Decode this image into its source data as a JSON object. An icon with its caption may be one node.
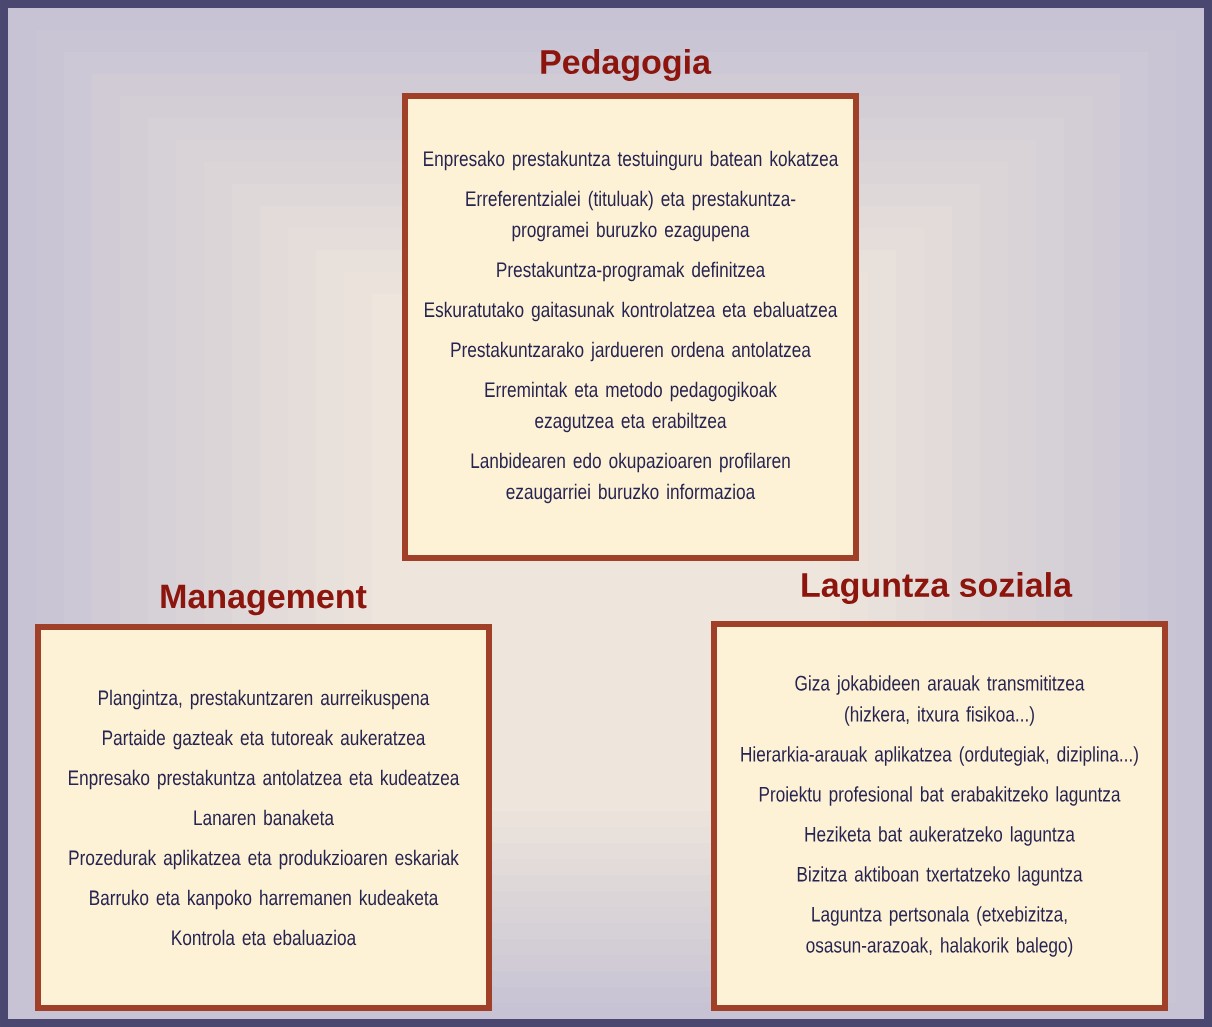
{
  "diagram": {
    "nodes": [
      {
        "text": [
          "Pedagogia",
          "Enpresako prestakuntza testuinguru batean kokatzea",
          "Erreferentzialei (tituluak) eta prestakuntza-programei buruzko ezagupena",
          "Prestakuntza-programak definitzea",
          "Eskuratutako gaitasunak kontrolatzea eta ebaluatzea",
          "Prestakuntzarako jardueren ordena antolatzea",
          "Erremintak eta metodo pedagogikoak ezagutzea eta erabiltzea",
          "Lanbidearen edo okupazioaren profilaren ezaugarriei buruzko informazioa"
        ]
      },
      {
        "text": [
          "Management",
          "Plangintza, prestakuntzaren aurreikuspena",
          "Partaide gazteak eta tutoreak aukeratzea",
          "Enpresako prestakuntza antolatzea eta kudeatzea",
          "Lanaren banaketa",
          "Prozedurak aplikatzea eta produkzioaren eskariak",
          "Barruko eta kanpoko harremanen kudeaketa",
          "Kontrola eta ebaluazioa"
        ]
      },
      {
        "text": [
          "Laguntza soziala",
          "Giza jokabideen arauak transmititzea (hizkera, itxura fisikoa...)",
          "Hierarkia-arauak aplikatzea (ordutegiak, diziplina...)",
          "Proiektu profesional bat erabakitzeko laguntza",
          "Heziketa bat aukeratzeko laguntza",
          "Bizitza aktiboan txertatzeko laguntza",
          "Laguntza pertsonala (etxebizitza, osasun-arazoak, halakorik balego)"
        ]
      }
    ]
  }
}
